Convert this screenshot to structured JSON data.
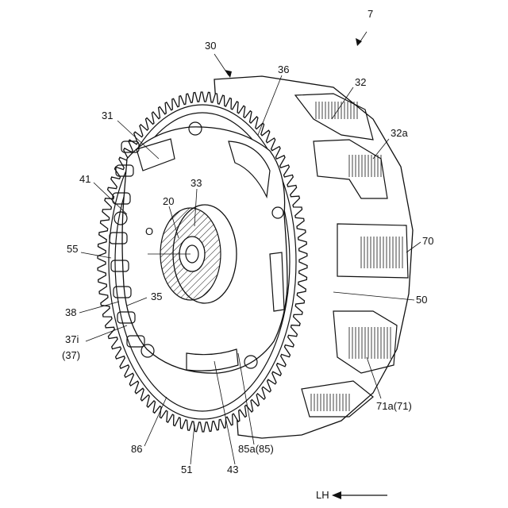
{
  "figure_number": "7",
  "labels": {
    "l30": "30",
    "l36": "36",
    "l32": "32",
    "l32a": "32a",
    "l31": "31",
    "l41": "41",
    "l33": "33",
    "l20": "20",
    "lO": "O",
    "l70": "70",
    "l55": "55",
    "l35": "35",
    "l50": "50",
    "l38": "38",
    "l37i": "37i",
    "l37": "(37)",
    "l71a": "71a(71)",
    "l86": "86",
    "l85a": "85a(85)",
    "l51": "51",
    "l43": "43"
  },
  "direction": {
    "text": "LH"
  }
}
